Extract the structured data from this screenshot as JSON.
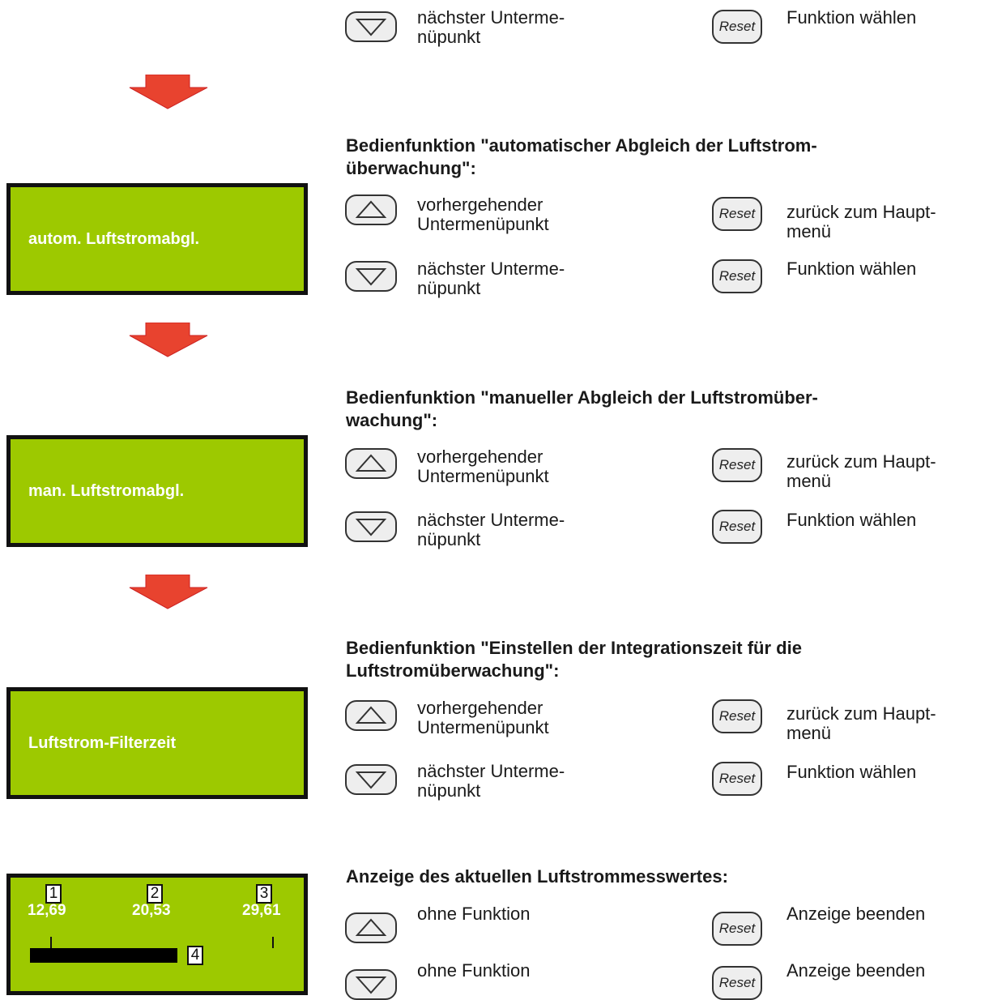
{
  "colors": {
    "lcd_green": "#9dc900",
    "arrow_red": "#e8432f"
  },
  "top": {
    "down_desc": "nächster Unterme-\nnüpunkt",
    "reset_desc": "Funktion wählen"
  },
  "reset_label": "Reset",
  "sections": [
    {
      "heading": "Bedienfunktion \"automatischer Abgleich der Luftstrom-\nüberwachung\":",
      "display": "autom. Luftstromabgl.",
      "up_desc": "vorhergehender\nUntermenüpunkt",
      "up_reset_desc": "zurück zum Haupt-\nmenü",
      "down_desc": "nächster Unterme-\nnüpunkt",
      "down_reset_desc": "Funktion wählen"
    },
    {
      "heading": "Bedienfunktion \"manueller Abgleich der Luftstromüber-\nwachung\":",
      "display": "man. Luftstromabgl.",
      "up_desc": "vorhergehender\nUntermenüpunkt",
      "up_reset_desc": "zurück zum Haupt-\nmenü",
      "down_desc": "nächster Unterme-\nnüpunkt",
      "down_reset_desc": "Funktion wählen"
    },
    {
      "heading": "Bedienfunktion \"Einstellen der Integrationszeit für die\nLuftstromüberwachung\":",
      "display": "Luftstrom-Filterzeit",
      "up_desc": "vorhergehender\nUntermenüpunkt",
      "up_reset_desc": "zurück zum Haupt-\nmenü",
      "down_desc": "nächster Unterme-\nnüpunkt",
      "down_reset_desc": "Funktion wählen"
    }
  ],
  "measurement": {
    "heading": "Anzeige des aktuellen Luftstrommesswertes:",
    "markers": [
      "1",
      "2",
      "3",
      "4"
    ],
    "values": [
      "12,69",
      "20,53",
      "29,61"
    ],
    "up_desc": "ohne Funktion",
    "up_reset_desc": "Anzeige beenden",
    "down_desc": "ohne Funktion",
    "down_reset_desc": "Anzeige beenden"
  }
}
